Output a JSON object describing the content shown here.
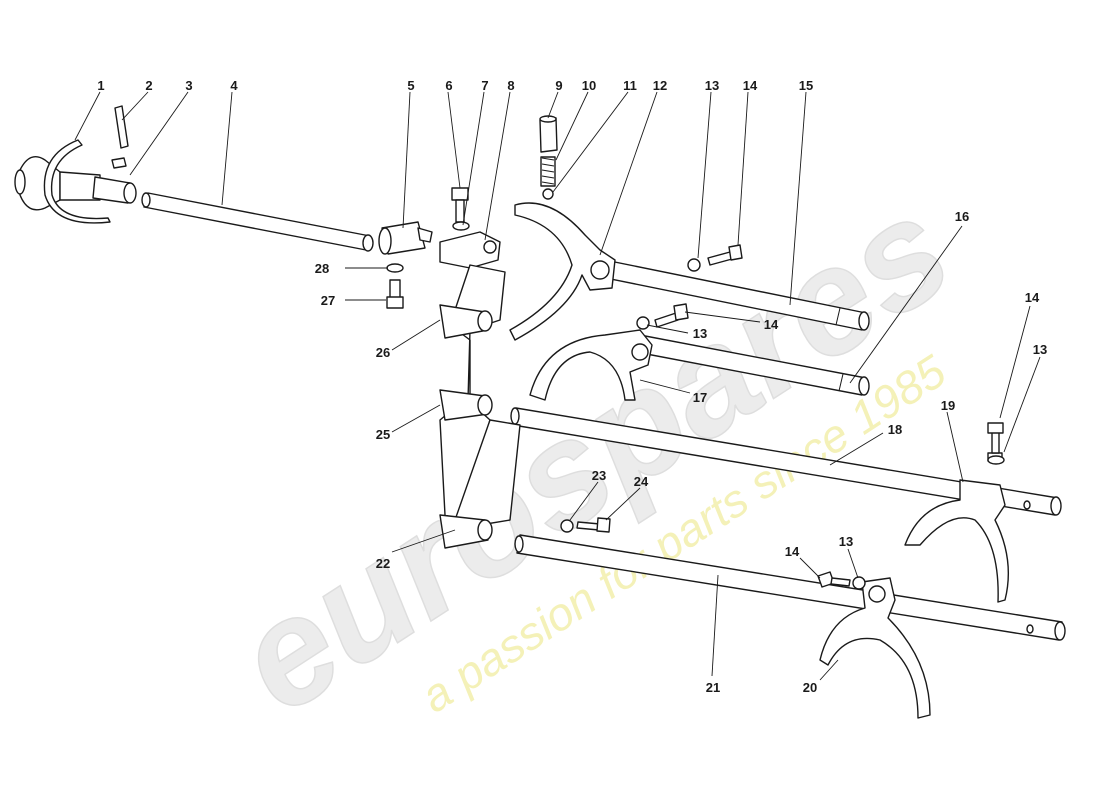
{
  "watermark": {
    "brand": "eurospares",
    "tagline": "a passion for parts since 1985"
  },
  "callouts": [
    "1",
    "2",
    "3",
    "4",
    "5",
    "6",
    "7",
    "8",
    "9",
    "10",
    "11",
    "12",
    "13",
    "14",
    "15",
    "16",
    "17",
    "18",
    "19",
    "20",
    "21",
    "22",
    "23",
    "24",
    "25",
    "26",
    "27",
    "28"
  ]
}
